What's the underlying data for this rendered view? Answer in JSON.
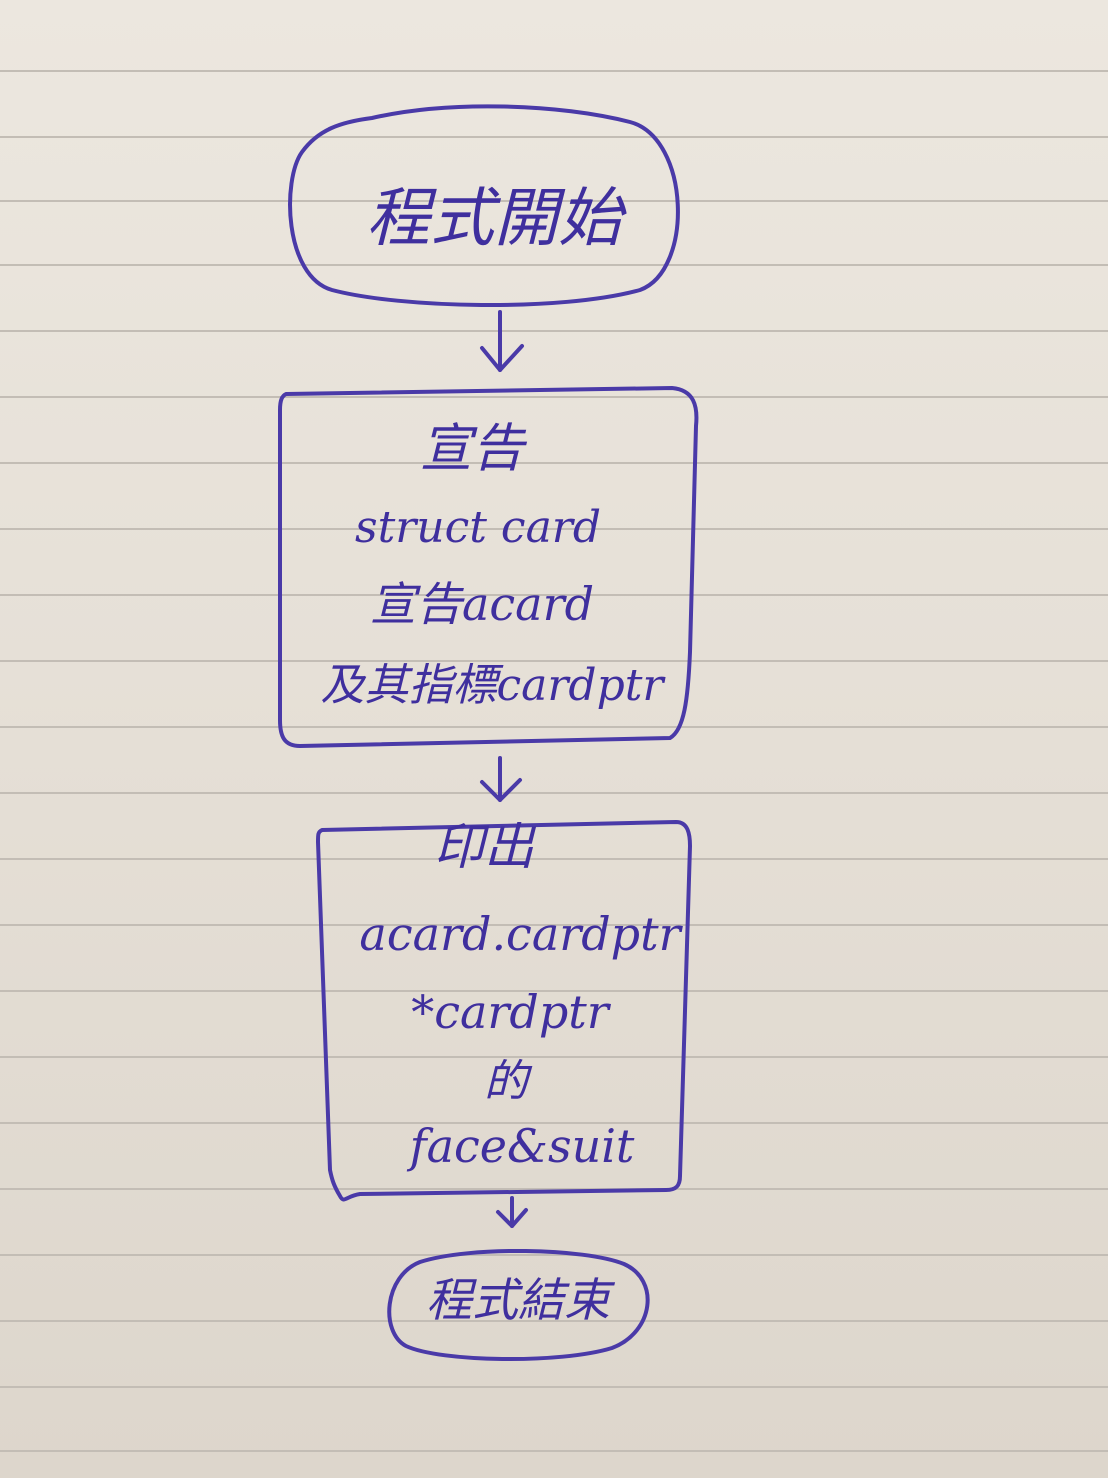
{
  "flowchart": {
    "start": {
      "label": "程式開始"
    },
    "declare": {
      "title": "宣告",
      "lines": [
        "struct card",
        "宣告acard",
        "及其指標cardptr"
      ]
    },
    "print": {
      "title": "印出",
      "lines": [
        "acard.cardptr",
        "*cardptr",
        "的",
        "face&suit"
      ]
    },
    "end": {
      "label": "程式結束"
    }
  },
  "ink_color": "#3f2f9e",
  "paper_rule_color": "#c3bdb5"
}
